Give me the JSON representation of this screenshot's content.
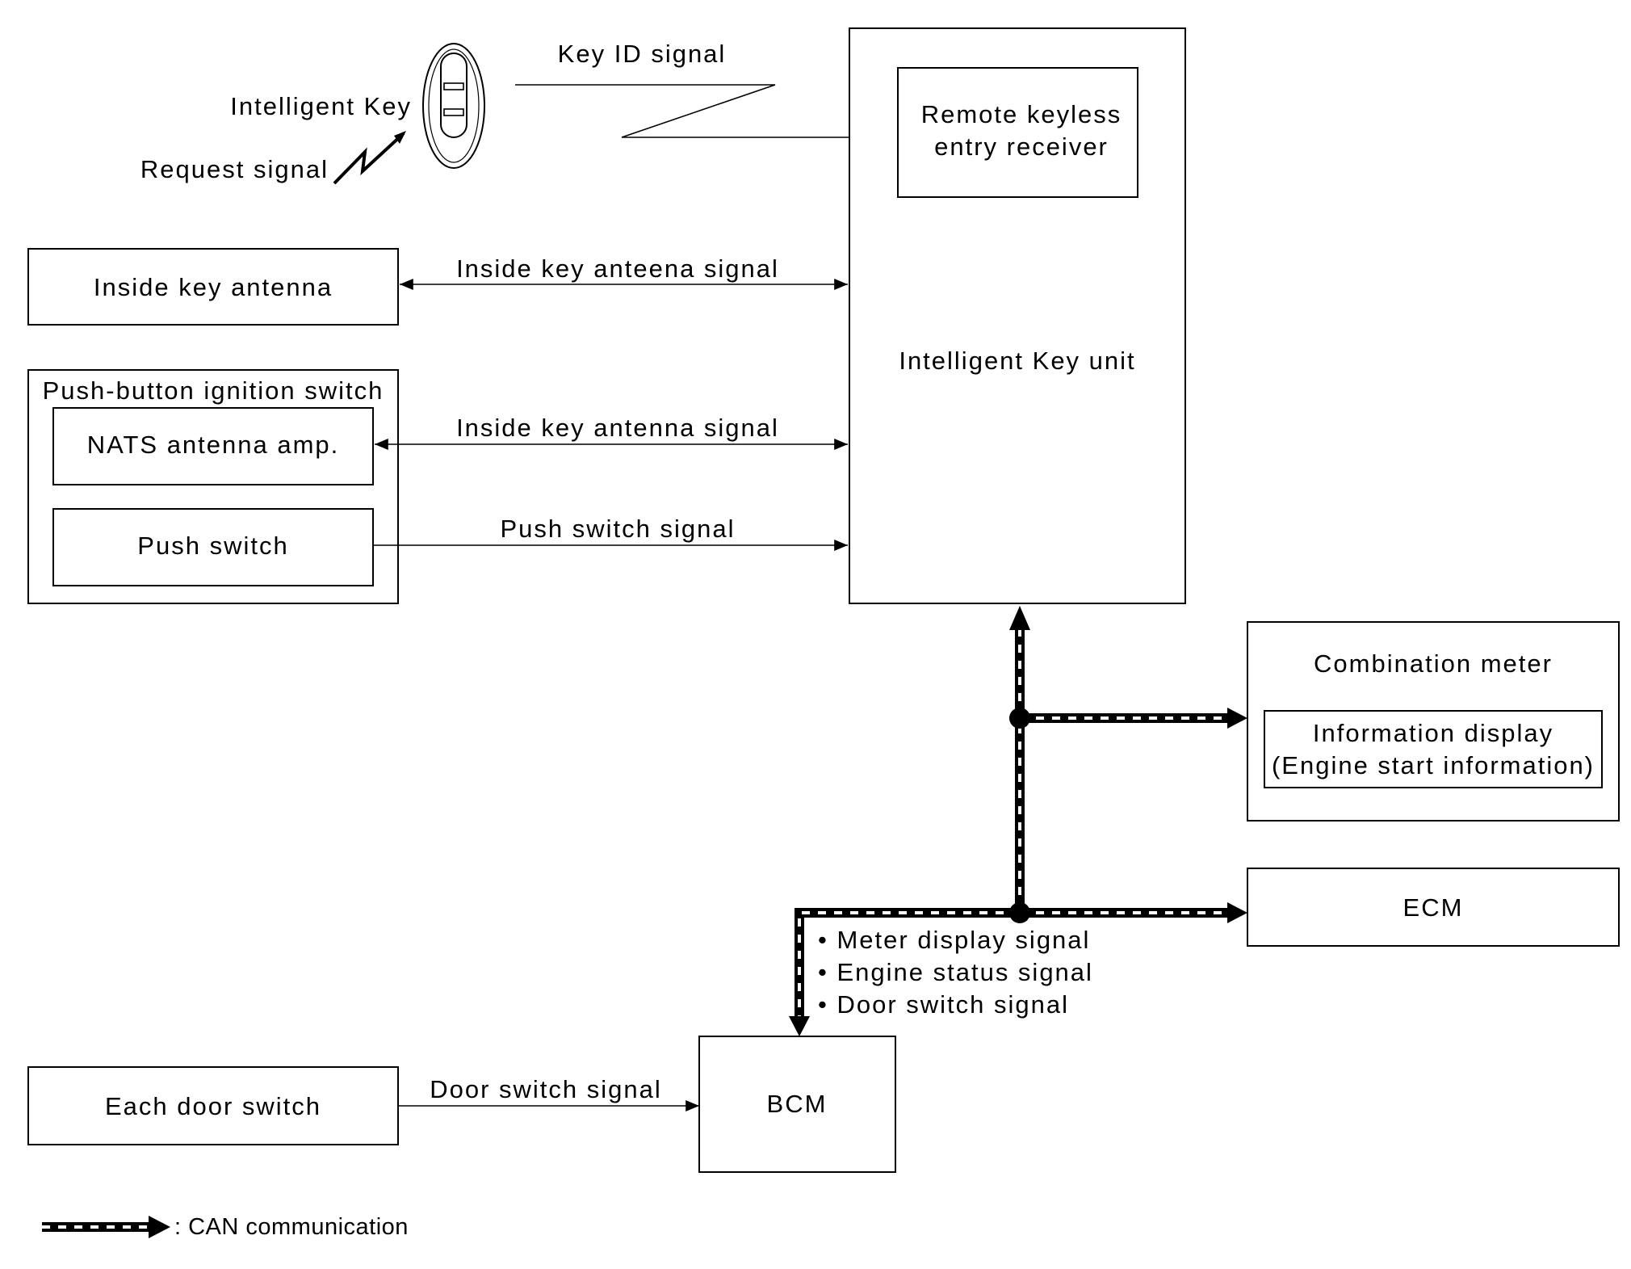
{
  "blocks": {
    "intelligent_key_unit": "Intelligent Key unit",
    "remote_keyless_line1": "Remote keyless",
    "remote_keyless_line2": "entry receiver",
    "inside_key_antenna": "Inside key antenna",
    "push_button_ignition": "Push-button ignition switch",
    "nats_amp": "NATS antenna amp.",
    "push_switch": "Push switch",
    "combination_meter": "Combination meter",
    "info_display_line1": "Information display",
    "info_display_line2": "(Engine start information)",
    "ecm": "ECM",
    "bcm": "BCM",
    "each_door_switch": "Each door switch"
  },
  "key": {
    "label": "Intelligent Key",
    "request_signal": "Request signal"
  },
  "signals": {
    "key_id": "Key ID signal",
    "inside_key_anteena": "Inside key anteena signal",
    "inside_key_antenna": "Inside key antenna signal",
    "push_switch": "Push switch signal",
    "door_switch": "Door switch signal"
  },
  "can_signals": [
    "• Meter display signal",
    "• Engine status signal",
    "• Door switch signal"
  ],
  "legend": {
    "can": ": CAN communication"
  }
}
